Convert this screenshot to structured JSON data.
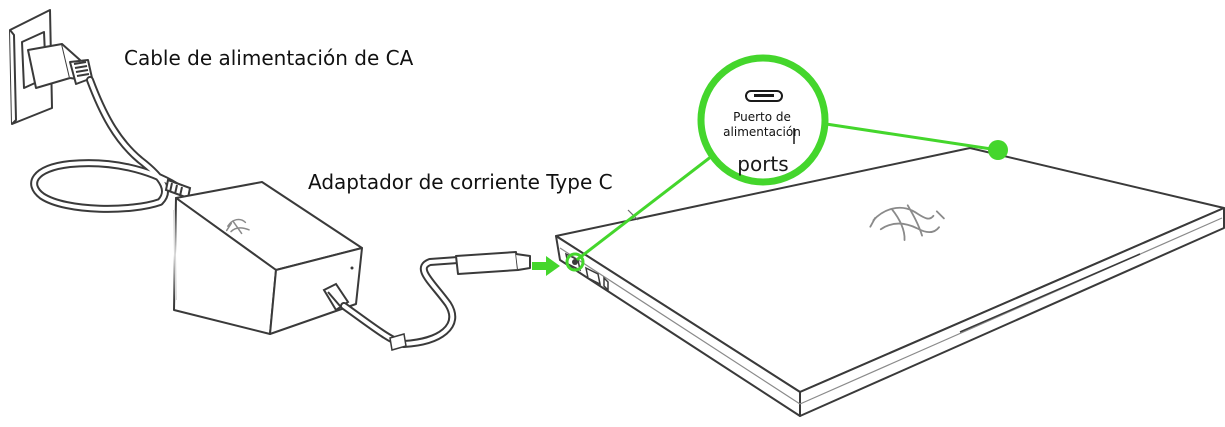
{
  "labels": {
    "ac_cable": "Cable de alimentación de CA",
    "adapter": "Adaptador de corriente Type C",
    "port_callout": "Puerto de alimentación",
    "ports_word": "ports"
  },
  "colors": {
    "highlight": "#44d62c",
    "line": "#3a3a3a",
    "logo": "#8a8a8a"
  },
  "icons": {
    "plug": "plug-icon",
    "adapter": "power-brick-icon",
    "laptop": "laptop-icon",
    "arrow": "arrow-right-icon",
    "logo": "razer-logo-icon"
  }
}
